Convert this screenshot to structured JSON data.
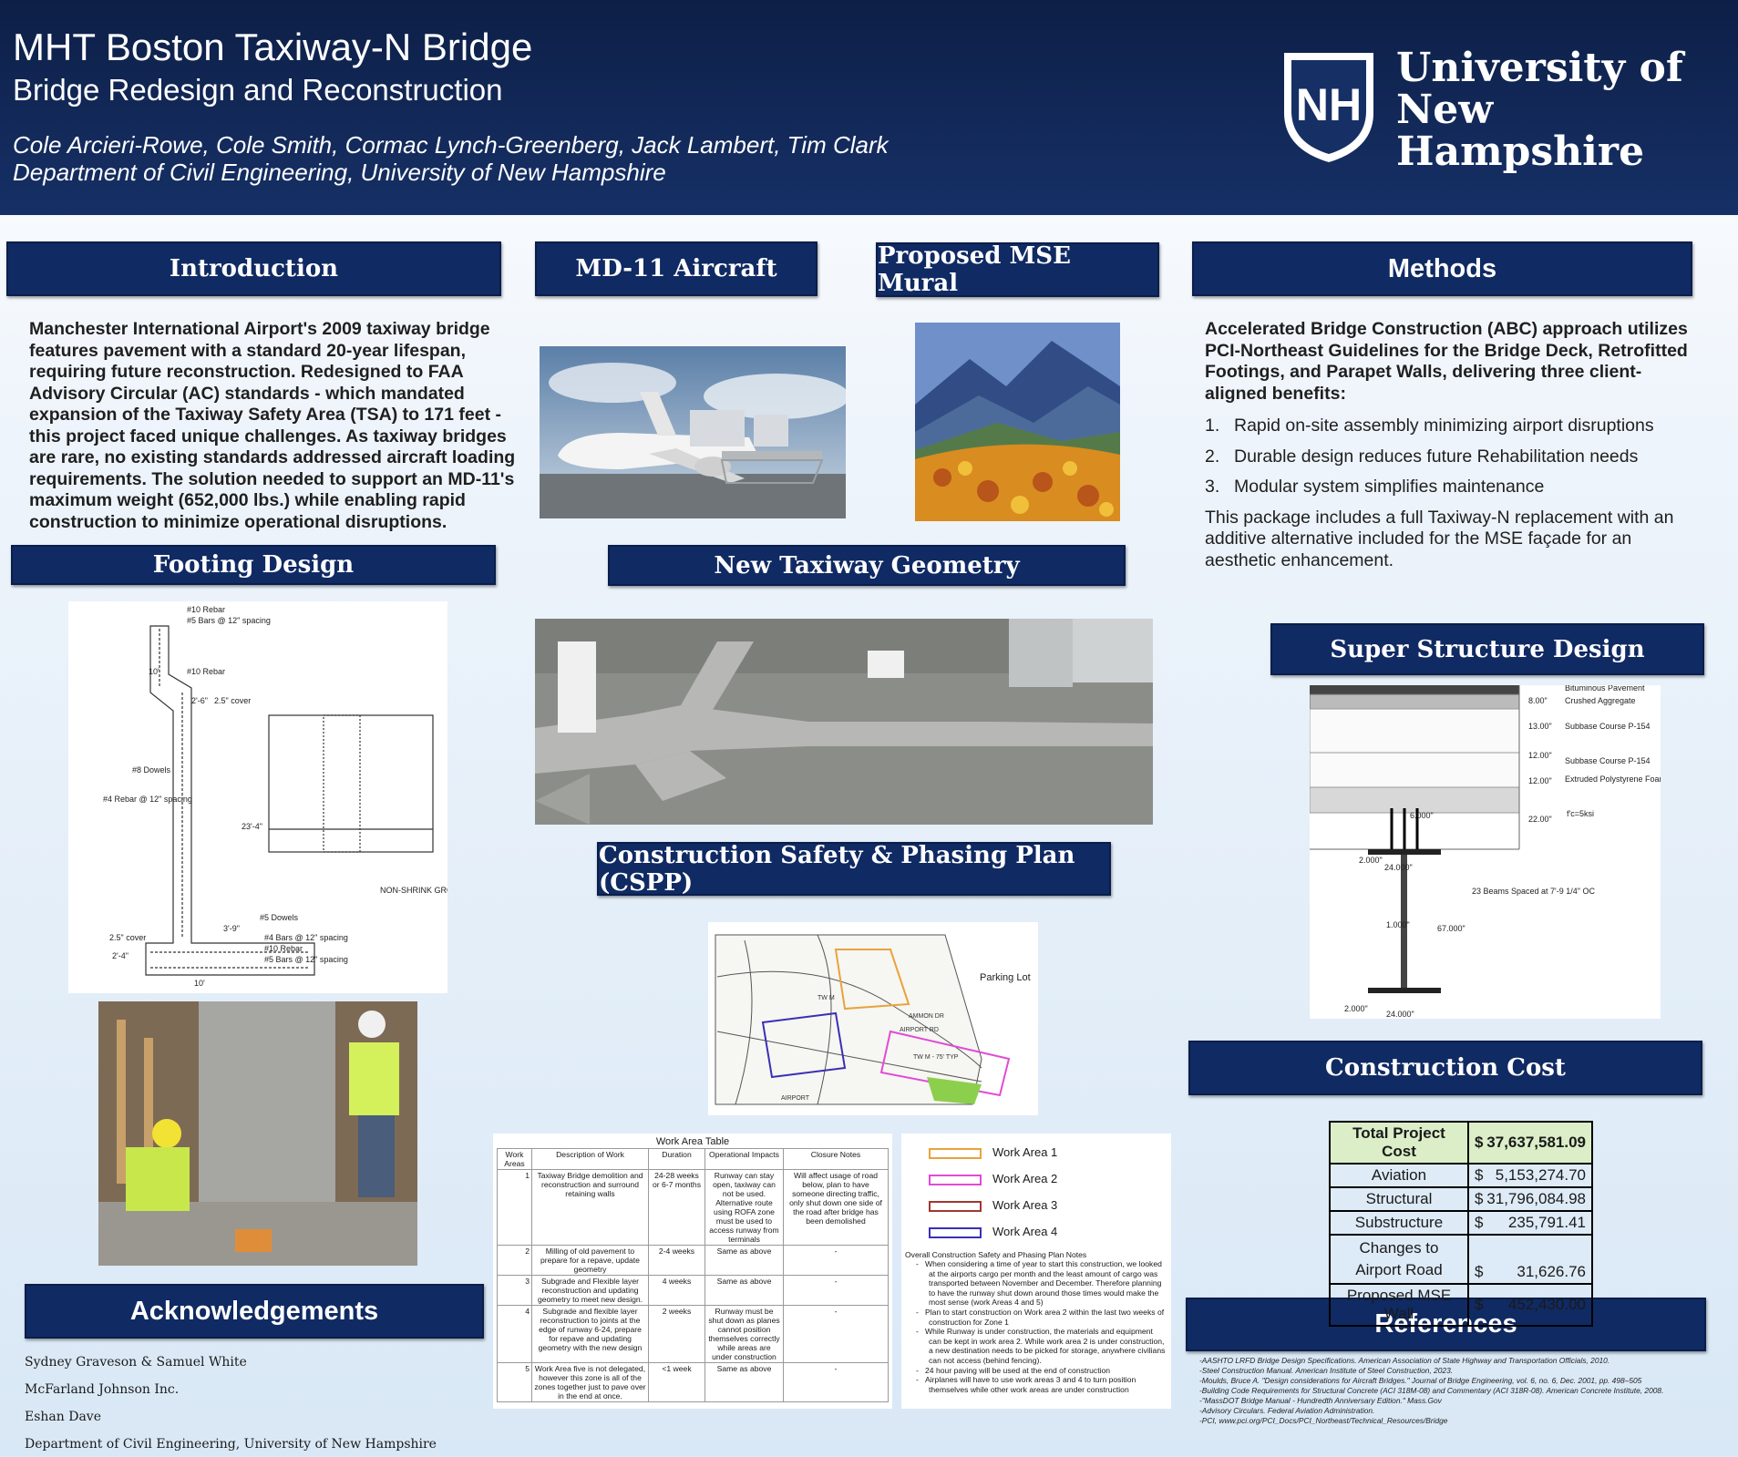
{
  "header": {
    "title": "MHT Boston Taxiway-N Bridge",
    "subtitle": "Bridge Redesign and Reconstruction",
    "authors": "Cole Arcieri-Rowe, Cole Smith, Cormac Lynch-Greenberg, Jack Lambert, Tim Clark",
    "department": "Department of  Civil Engineering, University of New Hampshire",
    "university_line1": "University of",
    "university_line2": "New Hampshire",
    "logo_text": "NH"
  },
  "sections": {
    "introduction": "Introduction",
    "md11": "MD-11 Aircraft",
    "mural": "Proposed MSE Mural",
    "methods": "Methods",
    "footing": "Footing Design",
    "geometry": "New Taxiway Geometry",
    "cspp": "Construction Safety & Phasing Plan (CSPP)",
    "superstructure": "Super Structure Design",
    "cost": "Construction Cost",
    "acknowledgements": "Acknowledgements",
    "references": "References"
  },
  "intro_text": "Manchester International Airport's 2009 taxiway bridge features pavement with a standard 20-year lifespan, requiring future reconstruction. Redesigned to FAA Advisory Circular (AC) standards - which mandated expansion of the Taxiway Safety Area (TSA) to 171 feet - this project faced unique challenges. As taxiway bridges are rare, no existing standards addressed aircraft loading requirements. The solution needed to support an MD-11's maximum weight (652,000 lbs.) while enabling rapid construction to minimize operational disruptions.",
  "methods": {
    "lead": "Accelerated Bridge Construction (ABC) approach utilizes PCI-Northeast Guidelines for the Bridge Deck, Retrofitted Footings, and Parapet Walls, delivering three client-aligned benefits:",
    "items": [
      {
        "num": "1.",
        "text": "Rapid on-site assembly minimizing airport disruptions"
      },
      {
        "num": "2.",
        "text": "Durable design reduces future Rehabilitation needs"
      },
      {
        "num": "3.",
        "text": "Modular system simplifies maintenance"
      }
    ],
    "closing": "This package includes a full Taxiway-N replacement with an additive alternative included for the MSE façade for an aesthetic enhancement."
  },
  "footing_labels": {
    "rebar10_top": "#10 Rebar",
    "bars5_top": "#5 Bars @ 12\" spacing",
    "rebar10_mid": "#10 Rebar",
    "dim_10": "10'",
    "dim_2_6": "2'-6\"",
    "cover_25": "2.5\" cover",
    "dowels": "#8 Dowels",
    "rebar4": "#4 Rebar @ 12\" spacing",
    "dim_23_4": "23'-4\"",
    "grout": "NON-SHRINK GROUT",
    "bars5_low": "#5 Dowels",
    "dim_3_9": "3'-9\"",
    "cover_bot": "2.5\" cover",
    "dim_2_4": "2'-4\"",
    "bars4": "#4 Bars @ 12\" spacing",
    "rebar10_bot": "#10 Rebar",
    "bars5_bot": "#5 Bars @ 12\" spacing",
    "dim_10_bot": "10'"
  },
  "superstructure_labels": {
    "bituminous": "Bituminous Pavement",
    "crushed": "Crushed Aggregate",
    "subbase1": "Subbase Course P-154",
    "subbase2": "Subbase Course P-154",
    "insulation": "Extruded Polystyrene Foam Insulation",
    "fc": "f'c=5ksi",
    "d8": "8.00\"",
    "d13": "13.00\"",
    "d12a": "12.00\"",
    "d12b": "12.00\"",
    "d22": "22.00\"",
    "w6": "6.000\"",
    "w2": "2.000\"",
    "w24": "24.000\"",
    "t1": "1.000\"",
    "h67": "67.000\"",
    "w2b": "2.000\"",
    "w24b": "24.000\"",
    "beams": "23 Beams Spaced at 7'-9 1/4\" OC"
  },
  "cspp": {
    "parking_lot": "Parking Lot",
    "map_labels": [
      "TW M",
      "AIRPORT RD",
      "TW M - 75' TYP",
      "AIRPORT",
      "AMMON DR"
    ],
    "work_area_table": {
      "title": "Work Area Table",
      "headers": [
        "Work Areas",
        "Description of Work",
        "Duration",
        "Operational Impacts",
        "Closure Notes"
      ],
      "rows": [
        [
          "1",
          "Taxiway Bridge demolition and reconstruction and surround retaining walls",
          "24-28 weeks or 6-7 months",
          "Runway can stay open, taxiway can not be used. Alternative route using ROFA zone must be used to access runway from terminals",
          "Will affect usage of road below, plan to have someone directing traffic, only shut down one side of the road after bridge has been demolished"
        ],
        [
          "2",
          "Milling of old pavement to prepare for a repave, update geometry",
          "2-4 weeks",
          "Same as above",
          "-"
        ],
        [
          "3",
          "Subgrade and Flexible layer reconstruction and updating geometry to meet new design.",
          "4 weeks",
          "Same as above",
          "-"
        ],
        [
          "4",
          "Subgrade and flexible layer reconstruction to joints at the edge of runway 6-24, prepare for repave and updating geometry with the new design",
          "2 weeks",
          "Runway must be shut down as planes cannot position themselves correctly while areas are under construction",
          "-"
        ],
        [
          "5",
          "Work Area five is not delegated, however this zone is all of the zones together just to pave over in the end at once.",
          "<1 week",
          "Same as above",
          "-"
        ]
      ]
    },
    "legend": [
      {
        "label": "Work Area 1",
        "color": "#e8a33c"
      },
      {
        "label": "Work Area 2",
        "color": "#e24ad6"
      },
      {
        "label": "Work Area 3",
        "color": "#a0382f"
      },
      {
        "label": "Work Area 4",
        "color": "#3b2fb5"
      }
    ],
    "notes_title": "Overall Construction Safety and Phasing Plan Notes",
    "notes": [
      "When considering a time of year to start this construction, we looked at the airports cargo per month and the least amount of cargo was transported between November and December. Therefore planning to have the runway shut down around those times would make the most sense (work Areas 4 and 5)",
      "Plan to start construction on Work area 2 within the last two weeks of construction for Zone 1",
      "While Runway is under construction, the materials and equipment can be kept in work area 2. While work area 2 is under construction, a new destination needs to be picked for storage, anywhere civilians can not access (behind fencing).",
      "24 hour paving will be used at the end of construction",
      "Airplanes will have to use work areas 3 and 4 to turn position themselves while other work areas are under construction"
    ]
  },
  "cost": {
    "rows": [
      {
        "label": "Total Project Cost",
        "dollar": "$",
        "value": "37,637,581.09",
        "emphasis": true
      },
      {
        "label": "Aviation",
        "dollar": "$",
        "value": "5,153,274.70"
      },
      {
        "label": "Structural",
        "dollar": "$",
        "value": "31,796,084.98"
      },
      {
        "label": "Substructure",
        "dollar": "$",
        "value": "235,791.41"
      },
      {
        "label": "Changes to Airport Road",
        "dollar": "$",
        "value": "31,626.76"
      },
      {
        "label": "Proposed MSE Wall",
        "dollar": "$",
        "value": "452,430.00"
      }
    ]
  },
  "acknowledgements": [
    "Sydney Graveson & Samuel White",
    "McFarland Johnson Inc.",
    "Eshan Dave",
    "Department of Civil Engineering, University of New Hampshire"
  ],
  "references": [
    "-AASHTO LRFD Bridge Design Specifications. American Association of State Highway and Transportation Officials, 2010.",
    "-Steel Construction Manual. American Institute of Steel Construction, 2023.",
    "-Moulds, Bruce A. \"Design considerations for Aircraft Bridges.\" Journal of Bridge Engineering, vol. 6, no. 6, Dec. 2001, pp. 498–505",
    "-Building Code Requirements for Structural Concrete (ACI 318M-08) and Commentary (ACI 318R-08). American Concrete Institute, 2008.",
    "-\"MassDOT Bridge Manual - Hundredth Anniversary Edition.\" Mass.Gov",
    "-Advisory Circulars. Federal Aviation Administration.",
    "-PCI, www.pci.org/PCI_Docs/PCI_Northeast/Technical_Resources/Bridge"
  ]
}
